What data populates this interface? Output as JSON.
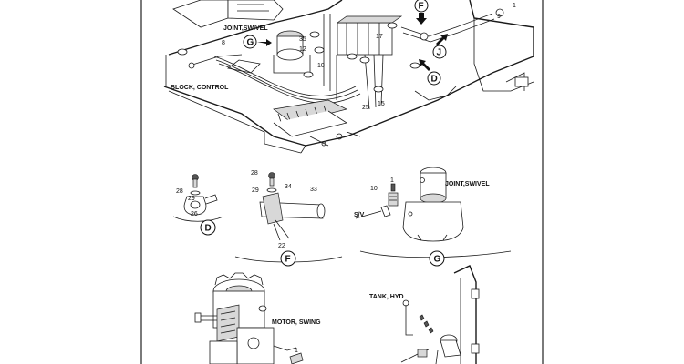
{
  "labels": {
    "joint_swivel_top": "JOINT,SWIVEL",
    "block_control": "BLOCK, CONTROL",
    "joint_swivel_g": "JOINT,SWIVEL",
    "motor_swing": "MOTOR, SWING",
    "tank_hyd": "TANK, HYD",
    "sv": "S/V"
  },
  "callouts": {
    "d": "D",
    "f": "F",
    "g": "G",
    "j": "J"
  },
  "part_numbers": {
    "top_8": "8",
    "top_35": "35",
    "top_12": "12",
    "top_10": "10",
    "top_17": "17",
    "top_25": "25",
    "top_15": "15",
    "top_9": "9",
    "top_1": "1",
    "d_28": "28",
    "d_29": "29",
    "d_26": "26",
    "f_28": "28",
    "f_29": "29",
    "f_34": "34",
    "f_33": "33",
    "f_22": "22",
    "g_1": "1",
    "g_10": "10",
    "motor_1": "1"
  }
}
